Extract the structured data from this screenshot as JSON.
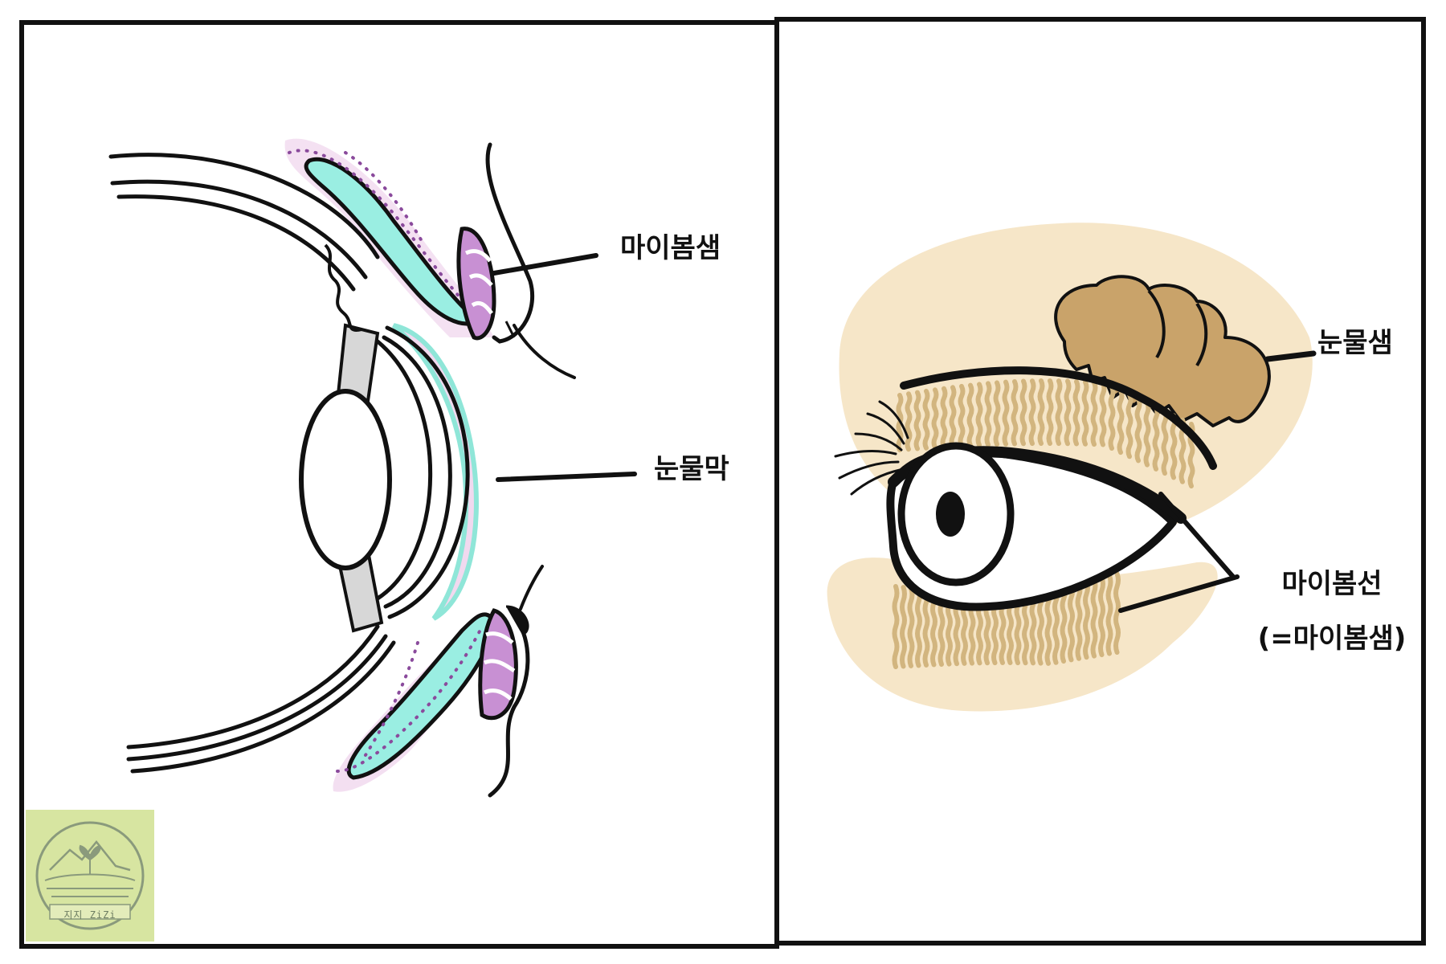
{
  "left_panel": {
    "labels": {
      "meibomian_gland": "마이봄샘",
      "tear_film": "눈물막"
    }
  },
  "right_panel": {
    "labels": {
      "lacrimal_gland": "눈물샘",
      "meibomian_line": "마이봄선",
      "meibomian_line_alias": "(=마이봄샘)"
    }
  },
  "logo": {
    "text": "지지 ZiZi"
  },
  "colors": {
    "outline": "#111111",
    "tear_film_cyan": "#7de8d9",
    "mucin_pink": "#f1d9ef",
    "purple_dots": "#8a4a9c",
    "gland_purple": "#b576c2",
    "skin": "#f6e6c8",
    "lacrimal_gland": "#c9a36a",
    "gland_lines": "#d2b57f",
    "logo_bg": "#d7e5a1"
  }
}
